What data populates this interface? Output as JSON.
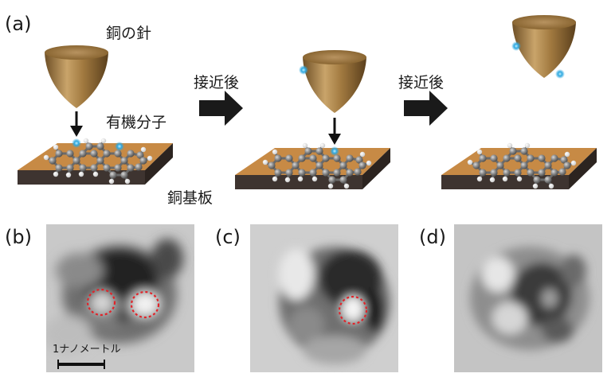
{
  "panel_labels": {
    "a": "(a)",
    "b": "(b)",
    "c": "(c)",
    "d": "(d)"
  },
  "labels": {
    "copper_tip": "銅の針",
    "organic_molecule": "有機分子",
    "copper_substrate": "銅基板",
    "approach_1": "接近後",
    "approach_2": "接近後"
  },
  "scale_bar": {
    "label": "1ナノメートル"
  },
  "colors": {
    "tip": "#b08a4f",
    "substrate_top": "#c78a45",
    "substrate_side": "#3e3430",
    "highlight": "#2fa8e0",
    "marker": "#e0242a"
  }
}
